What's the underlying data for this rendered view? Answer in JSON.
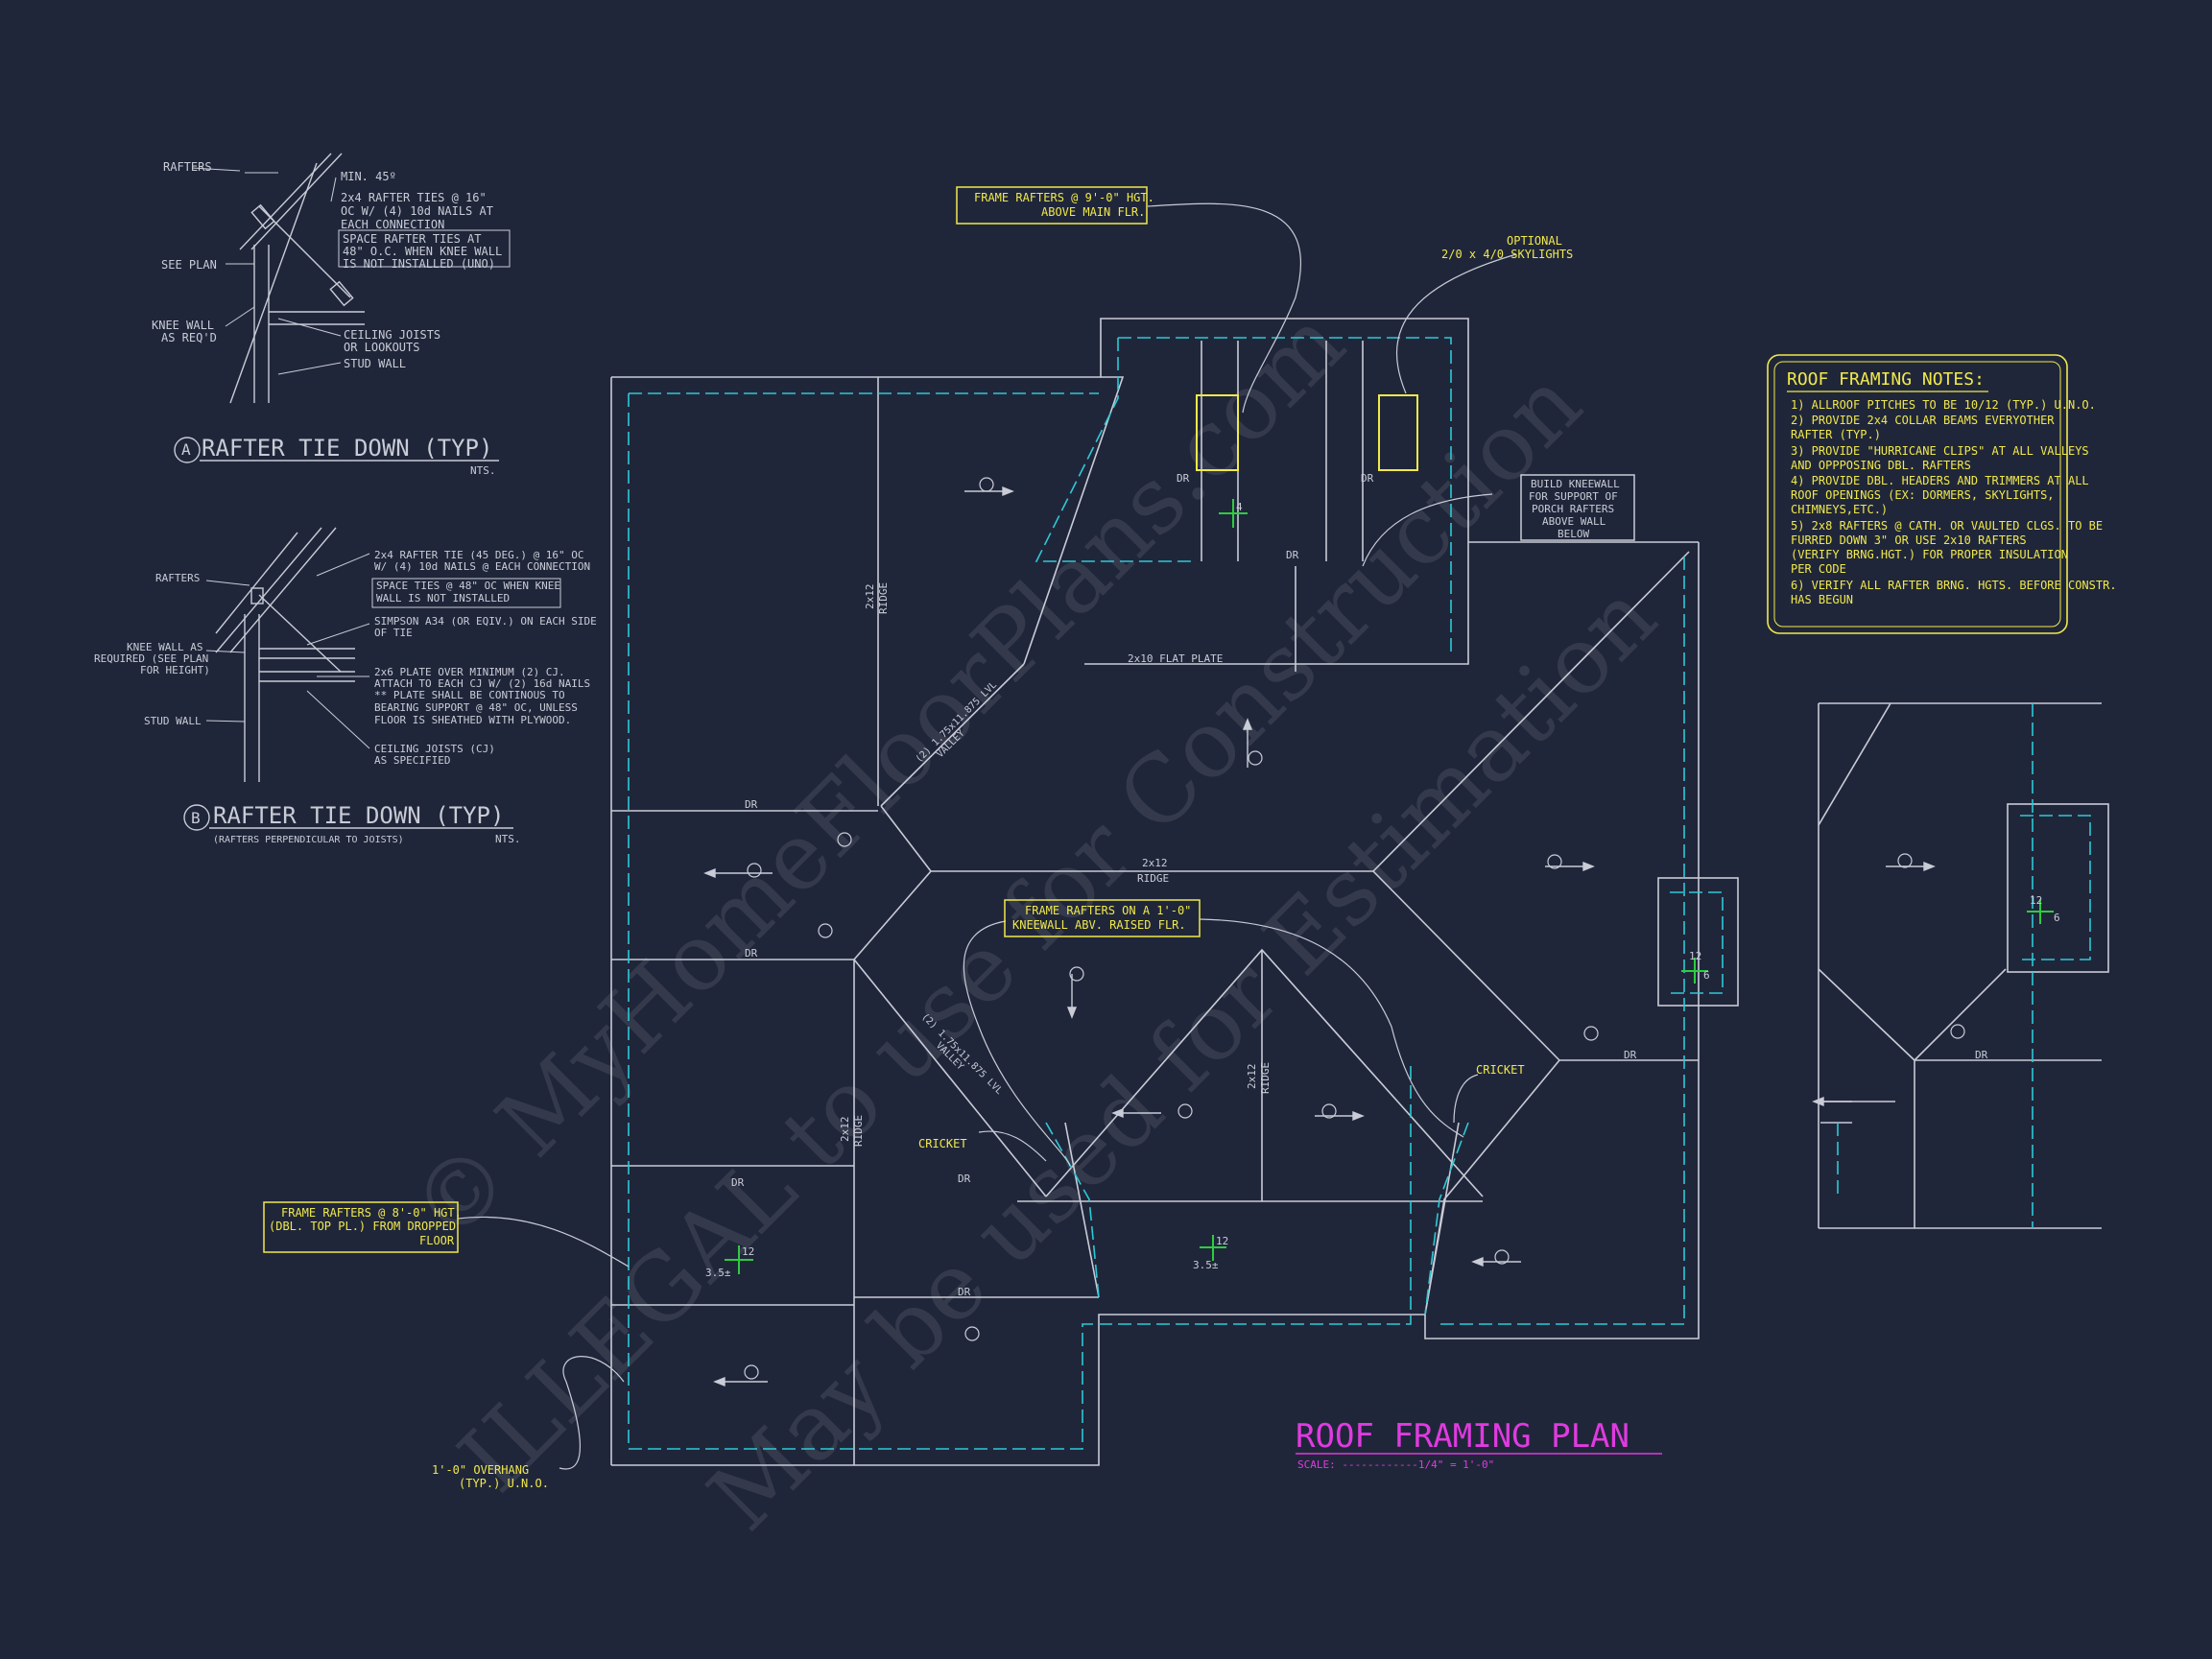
{
  "detail_a": {
    "title": "RAFTER TIE DOWN (TYP)",
    "marker": "A",
    "scale": "NTS.",
    "labels": {
      "rafters": "RAFTERS",
      "min": "MIN. 45º",
      "tie1": "2x4 RAFTER TIES @ 16\"",
      "tie2": "OC W/ (4) 10d NAILS AT",
      "tie3": "EACH CONNECTION",
      "space1": "SPACE RAFTER TIES AT",
      "space2": "48\" O.C. WHEN KNEE WALL",
      "space3": "IS NOT INSTALLED (UNO)",
      "see_plan": "SEE PLAN",
      "knee1": "KNEE WALL",
      "knee2": "AS REQ'D",
      "ceil1": "CEILING JOISTS",
      "ceil2": "OR LOOKOUTS",
      "stud": "STUD WALL"
    }
  },
  "detail_b": {
    "title": "RAFTER TIE DOWN (TYP)",
    "subtitle": "(RAFTERS PERPENDICULAR TO JOISTS)",
    "marker": "B",
    "scale": "NTS.",
    "labels": {
      "tie1": "2x4 RAFTER TIE (45 DEG.) @ 16\" OC",
      "tie2": "W/ (4) 10d NAILS @ EACH CONNECTION",
      "space1": "SPACE TIES @ 48\" OC WHEN KNEE",
      "space2": "WALL IS NOT INSTALLED",
      "rafters": "RAFTERS",
      "simpson1": "SIMPSON A34 (OR EQIV.) ON EACH SIDE",
      "simpson2": "OF TIE",
      "knee1": "KNEE WALL AS",
      "knee2": "REQUIRED (SEE PLAN",
      "knee3": "FOR HEIGHT)",
      "plate1": "2x6 PLATE OVER MINIMUM (2) CJ.",
      "plate2": "ATTACH TO EACH CJ W/ (2) 16d NAILS",
      "plate3": "** PLATE SHALL BE CONTINOUS TO",
      "plate4": "BEARING SUPPORT @ 48\" OC, UNLESS",
      "plate5": "FLOOR IS SHEATHED WITH PLYWOOD.",
      "stud": "STUD WALL",
      "ceil1": "CEILING JOISTS (CJ)",
      "ceil2": "AS SPECIFIED"
    }
  },
  "notes": {
    "title": "ROOF FRAMING NOTES:",
    "items": [
      "1) ALLROOF PITCHES TO BE 10/12 (TYP.) U.N.O.",
      "2) PROVIDE 2x4 COLLAR BEAMS EVERYOTHER",
      "    RAFTER (TYP.)",
      "3) PROVIDE \"HURRICANE CLIPS\" AT ALL VALLEYS",
      "    AND OPPPOSING DBL. RAFTERS",
      "4) PROVIDE DBL. HEADERS AND TRIMMERS AT ALL",
      "    ROOF OPENINGS (EX: DORMERS, SKYLIGHTS,",
      "    CHIMNEYS,ETC.)",
      "5) 2x8 RAFTERS @ CATH. OR VAULTED CLGS. TO BE",
      "    FURRED DOWN 3\" OR USE 2x10 RAFTERS",
      "    (VERIFY BRNG.HGT.) FOR PROPER INSULATION",
      "    PER CODE",
      "6) VERIFY ALL RAFTER BRNG. HGTS. BEFORE CONSTR.",
      "    HAS BEGUN"
    ]
  },
  "callouts": {
    "frame_top_1": "FRAME RAFTERS @ 9'-0\" HGT.",
    "frame_top_2": "ABOVE MAIN FLR.",
    "skylights_1": "OPTIONAL",
    "skylights_2": "2/0 x 4/0 SKYLIGHTS",
    "kneewall_1": "BUILD KNEEWALL",
    "kneewall_2": "FOR SUPPORT OF",
    "kneewall_3": "PORCH RAFTERS",
    "kneewall_4": "ABOVE WALL",
    "kneewall_5": "BELOW",
    "frame_mid_1": "FRAME RAFTERS ON A 1'-0\"",
    "frame_mid_2": "KNEEWALL ABV. RAISED FLR.",
    "frame_left_1": "FRAME RAFTERS @ 8'-0\" HGT.",
    "frame_left_2": "(DBL. TOP PL.) FROM DROPPED",
    "frame_left_3": "FLOOR",
    "overhang_1": "1'-0\" OVERHANG",
    "overhang_2": "(TYP.) U.N.O.",
    "cricket_left": "CRICKET",
    "cricket_right": "CRICKET"
  },
  "plan_labels": {
    "flat_plate": "2x10 FLAT PLATE",
    "ridge_main_1": "2x12",
    "ridge_main_2": "RIDGE",
    "ridge_v1_1": "2x12",
    "ridge_v1_2": "RIDGE",
    "ridge_v2_1": "2x12",
    "ridge_v2_2": "RIDGE",
    "ridge_v3_1": "2x12",
    "ridge_v3_2": "RIDGE",
    "valley_1": "(2) 1.75x11.875 LVL",
    "valley_2": "VALLEY",
    "valley_3": "(2) 1.75x11.875 LVL",
    "valley_4": "VALLEY",
    "dr": "DR",
    "pitch_12": "12",
    "pitch_4": "4",
    "pitch_6": "6",
    "pitch_35": "3.5±"
  },
  "plan_title": {
    "title": "ROOF FRAMING PLAN",
    "scale": "SCALE: ------------1/4\" = 1'-0\""
  },
  "watermark": {
    "line1": "© MyHomeFloorPlans.com",
    "line2": "ILLEGAL to use for Construction",
    "line3": "May be used for Estimation"
  },
  "colors": {
    "background": "#20263a",
    "linework": "#c9ccd6",
    "overhang_dash": "#2ec9d6",
    "callout": "#f0e94a",
    "title": "#e03ae0",
    "pitch_marker": "#2ecc40"
  }
}
